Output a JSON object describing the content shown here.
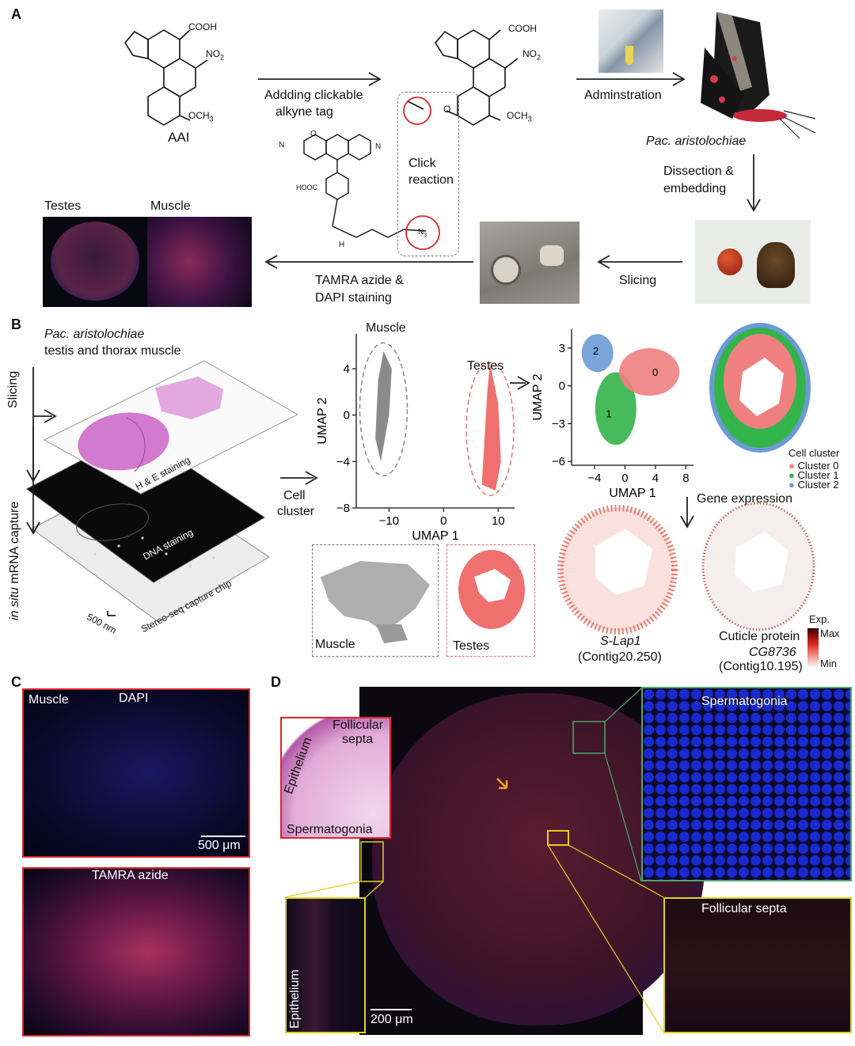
{
  "panels": {
    "a": "A",
    "b": "B",
    "c": "C",
    "d": "D"
  },
  "panelA": {
    "compound": "AAI",
    "cooh": "COOH",
    "no2": "NO",
    "no2_sub": "2",
    "och3": "OCH",
    "och3_sub": "3",
    "tag_line1": "Addding clickable",
    "tag_line2": "alkyne tag",
    "admin": "Adminstration",
    "species": "Pac. aristolochiae",
    "dissect_line1": "Dissection &",
    "dissect_line2": "embedding",
    "click_line1": "Click",
    "click_line2": "reaction",
    "slicing": "Slicing",
    "stain_line1": "TAMRA azide &",
    "stain_line2": "DAPI staining",
    "testes": "Testes",
    "muscle": "Muscle",
    "hooc": "HOOC",
    "n3": "N",
    "n3_sub": "3",
    "h": "H",
    "n": "N",
    "o": "O"
  },
  "panelB": {
    "species": "Pac. aristolochiae",
    "tissue": "testis and thorax muscle",
    "slicing": "Slicing",
    "capture_it": "in situ",
    "capture_rest": " mRNA capture",
    "he": "H & E staining",
    "dna": "DNA staining",
    "chip": "Stereo-seq capture chip",
    "scale": "500 nm",
    "cell_cluster_line1": "Cell",
    "cell_cluster_line2": "cluster",
    "muscle": "Muscle",
    "testes": "Testes",
    "gene_expression": "Gene expression",
    "slap": "S-Lap1",
    "slap_contig": "(Contig20.250)",
    "cuticle": "Cuticle protein",
    "cg": "CG8736",
    "cg_contig": "(Contig10.195)",
    "exp": "Exp.",
    "max": "Max",
    "min": "Min",
    "legend_title": "Cell cluster",
    "legend": [
      "Cluster 0",
      "Cluster 1",
      "Cluster 2"
    ],
    "cluster_labels": [
      "0",
      "1",
      "2"
    ]
  },
  "panelC": {
    "muscle": "Muscle",
    "dapi": "DAPI",
    "scale": "500 μm",
    "tamra": "TAMRA azide"
  },
  "panelD": {
    "spermatogonia": "Spermatogonia",
    "follicular_line1": "Follicular",
    "follicular_line2": "septa",
    "epithelium": "Epithelium",
    "spermatogonia_inset": "Spermatogonia",
    "follicular_septa": "Follicular septa",
    "epithelium_inset": "Epithelium",
    "scale": "200 μm"
  },
  "colors": {
    "cluster0": "#f08080",
    "cluster1": "#33b44a",
    "cluster2": "#6c9ad6",
    "muscle_gray": "#8a8a8a",
    "testes_red": "#f07070",
    "frame_red": "#d9262b",
    "frame_yellow": "#e0d21a",
    "frame_green": "#4aa86a"
  },
  "chart_data": [
    {
      "type": "scatter",
      "xlabel": "UMAP 1",
      "ylabel": "UMAP 2",
      "xticks": [
        -10,
        0,
        10
      ],
      "yticks": [
        4,
        0,
        -4,
        -8
      ],
      "xlim": [
        -16,
        13
      ],
      "ylim": [
        -8,
        7
      ],
      "series": [
        {
          "name": "Muscle",
          "color": "#8a8a8a"
        },
        {
          "name": "Testes",
          "color": "#f07070"
        }
      ]
    },
    {
      "type": "scatter",
      "xlabel": "UMAP 1",
      "ylabel": "UMAP 2",
      "xticks": [
        -4,
        0,
        4,
        8
      ],
      "yticks": [
        3,
        0,
        -3,
        -6
      ],
      "xlim": [
        -7,
        9
      ],
      "ylim": [
        -6.3,
        4.5
      ],
      "series": [
        {
          "name": "Cluster 0",
          "color": "#f08080"
        },
        {
          "name": "Cluster 1",
          "color": "#33b44a"
        },
        {
          "name": "Cluster 2",
          "color": "#6c9ad6"
        }
      ]
    }
  ]
}
